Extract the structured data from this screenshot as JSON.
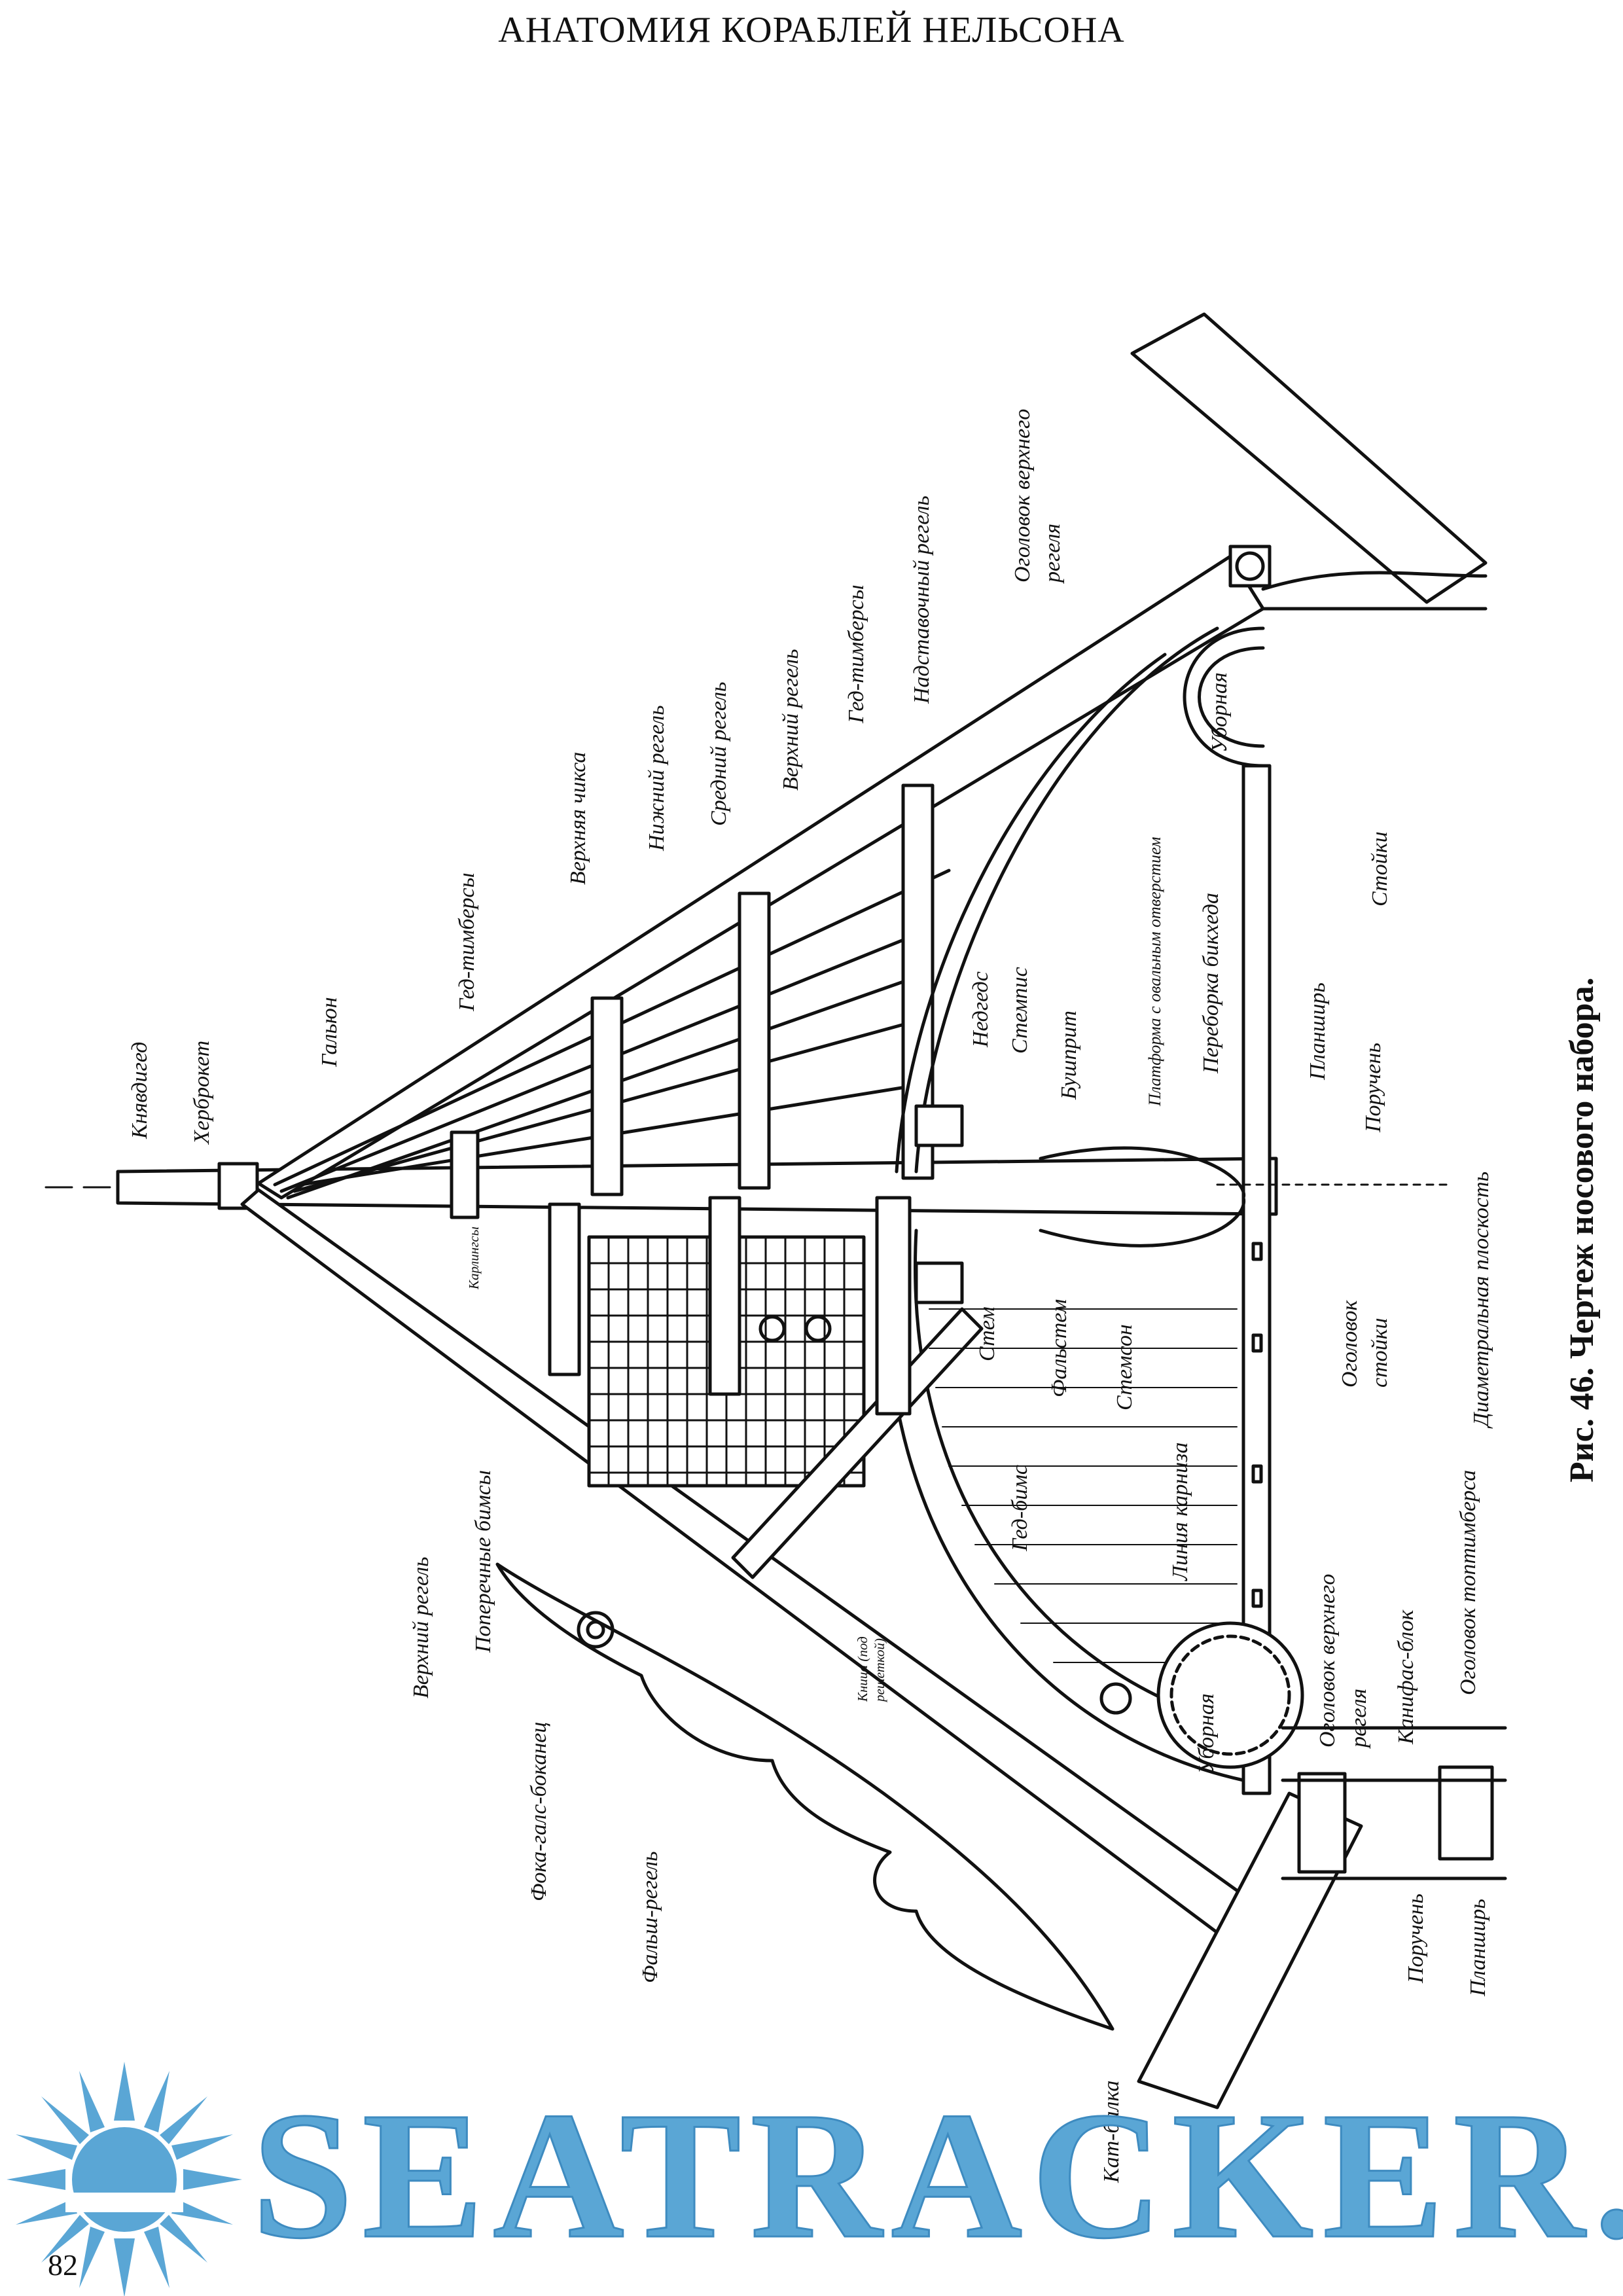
{
  "header": {
    "title": "АНАТОМИЯ КОРАБЛЕЙ НЕЛЬСОНА"
  },
  "figure": {
    "caption": "Рис. 46. Чертеж носового набора.",
    "labels": {
      "knyavdiged": "Княвдигед",
      "kherbroket": "Херброкет",
      "galion": "Гальюн",
      "ged_timbersy_1": "Гед-тимберсы",
      "verkhnyaya_chiksa": "Верхняя чикса",
      "nizhniy_regel": "Нижний регель",
      "sredniy_regel": "Средний регель",
      "verkhniy_regel_top": "Верхний регель",
      "ged_timbersy_2": "Гед-тимберсы",
      "nadstavochny_regel": "Надставочный регель",
      "ogolovok_verkhnego_regelya_top": "Оголовок верхнего регеля",
      "ubornaya_top": "Уборная",
      "platforma": "Платформа с овальным отверстием",
      "pereborka_bikhseda": "Переборка бикхеда",
      "stoyki": "Стойки",
      "planshir_mid": "Планширь",
      "poruchen_mid": "Поручень",
      "nedgeds": "Недгедс",
      "stemis": "Стемпис",
      "bushprit": "Бушприт",
      "diametralnaya": "Диаметральная плоскость",
      "ogolovok_stoyki": "Оголовок стойки",
      "karlingsy": "Карлингсы",
      "stem": "Стем",
      "falstem": "Фальстем",
      "stemson": "Стемсон",
      "ged_bims": "Гед-бимс",
      "liniya_karniza": "Линия карниза",
      "verkhniy_regel_bottom": "Верхний регель",
      "poperechnye_bimsy": "Поперечные бимсы",
      "foka_gals_bokanets": "Фока-галс-боканец",
      "falsh_regel": "Фальш-регель",
      "knitsa": "Кница (под решеткой)",
      "ubornaya_bottom": "Уборная",
      "ogolovok_verkhnego_regelya_bottom": "Оголовок верхнего регеля",
      "kanifas_blok": "Канифас-блок",
      "ogolovok_toptimbersa": "Оголовок топтимберса",
      "kat_balka": "Кат-балка",
      "poruchen_bottom": "Поручень",
      "planshir_bottom": "Планширь"
    }
  },
  "watermark": {
    "text": "SEATRACKER.RU",
    "color": "#5aa6d5"
  },
  "page_number": "82"
}
